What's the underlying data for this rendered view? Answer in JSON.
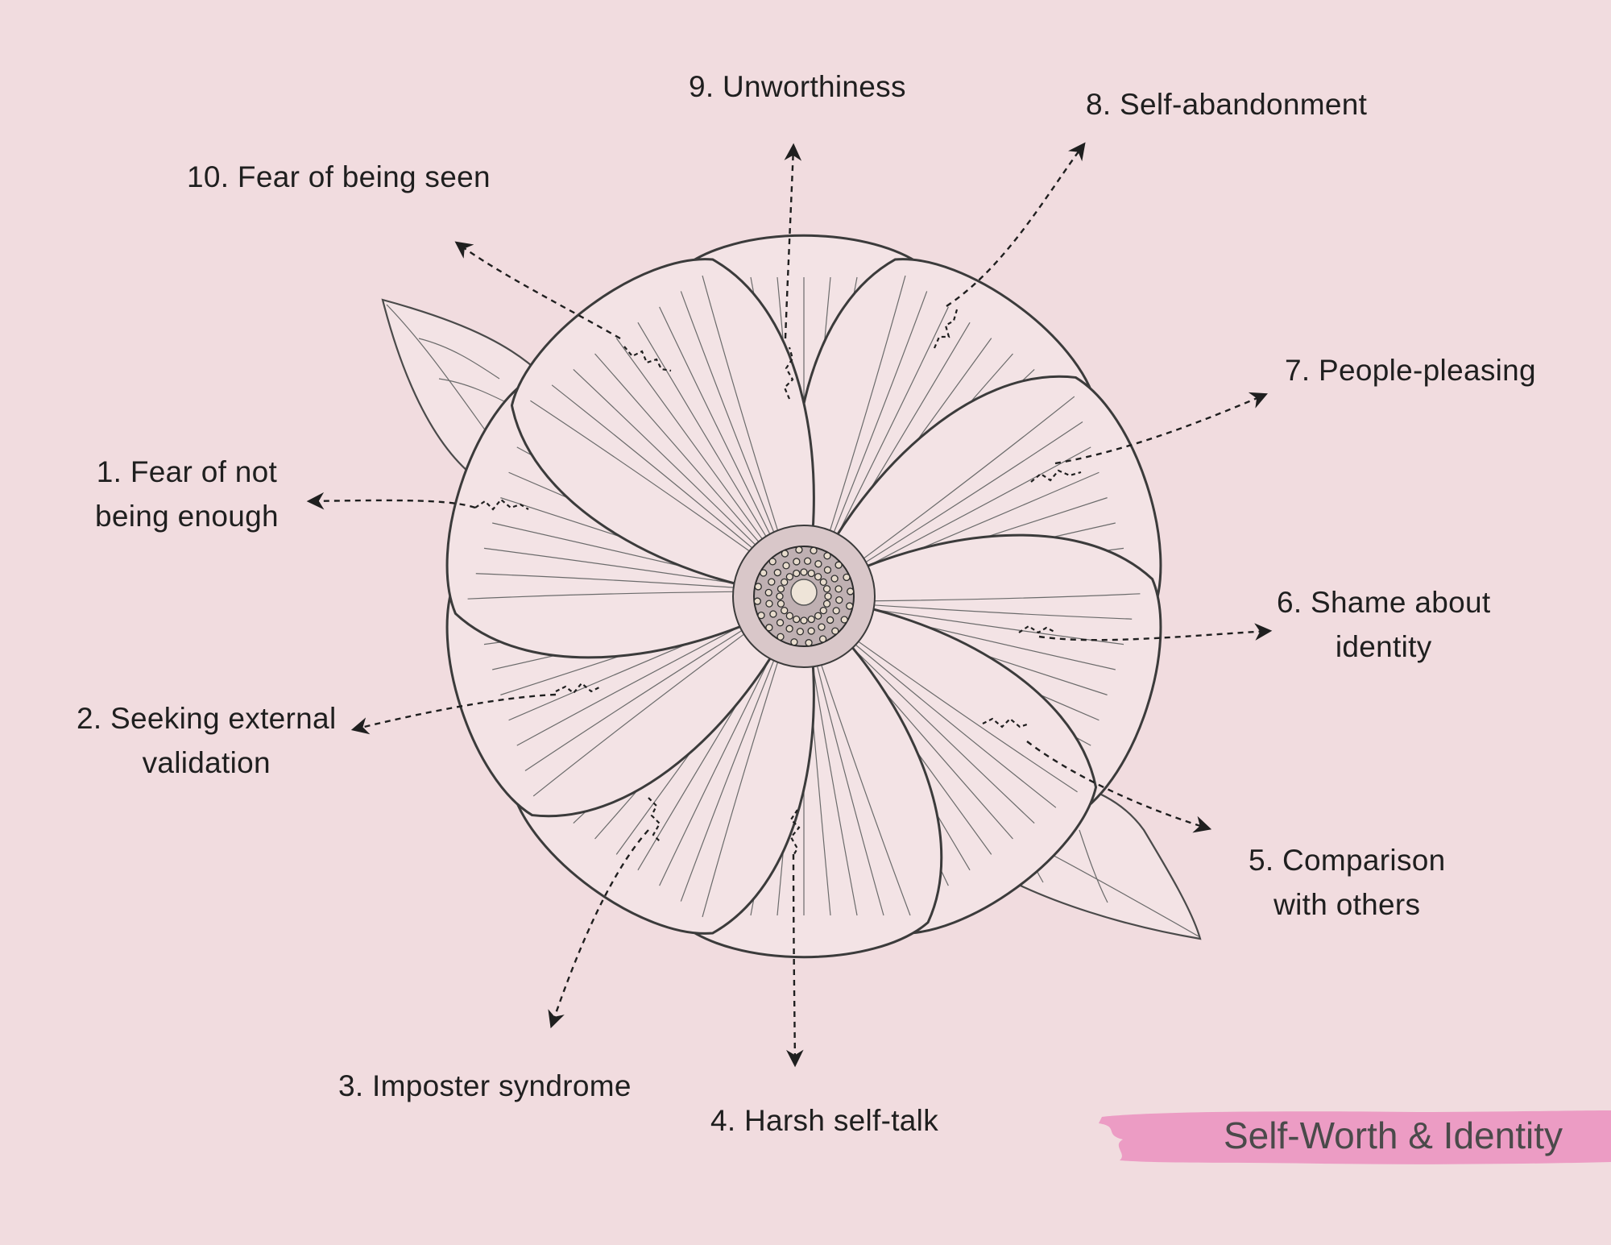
{
  "labels": {
    "l1": [
      "1. Fear of not",
      "being enough"
    ],
    "l2": [
      "2. Seeking external",
      "validation"
    ],
    "l3": "3. Imposter syndrome",
    "l4": "4. Harsh self-talk",
    "l5": [
      "5. Comparison",
      "with others"
    ],
    "l6": [
      "6. Shame about",
      "identity"
    ],
    "l7": "7. People-pleasing",
    "l8": "8. Self-abandonment",
    "l9": "9. Unworthiness",
    "l10": "10. Fear of being seen"
  },
  "banner": {
    "text": "Self-Worth & Identity",
    "color": "#ec9cc4"
  },
  "colors": {
    "background": "#f1dcdf",
    "ink": "#1f1f1f"
  },
  "icons": [
    "flower-illustration",
    "arrow-icon"
  ]
}
